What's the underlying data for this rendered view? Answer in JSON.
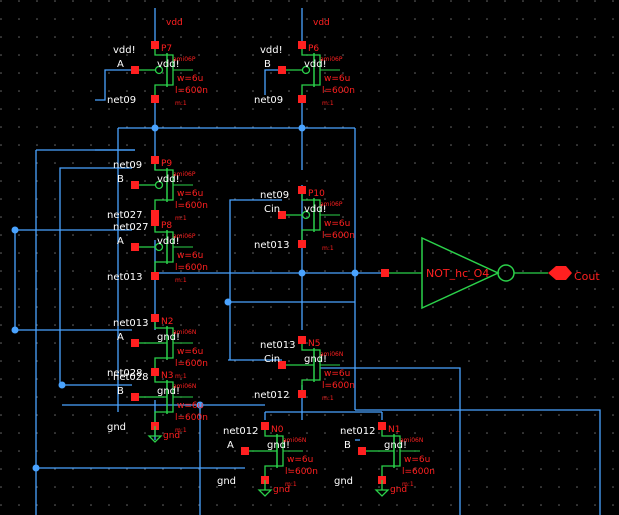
{
  "schematic": {
    "colors": {
      "background": "#000000",
      "wire": "#4aa3ff",
      "device": "#2bd14a",
      "pin": "#ff2020",
      "text": "#ffffff"
    },
    "supply": {
      "vdd": "vdd",
      "gnd": "gnd"
    },
    "transistors": [
      {
        "id": "P7",
        "type": "pmos",
        "gate": "A",
        "top": "vdd!",
        "bottom": "net09",
        "model": "ami06P",
        "w": "w=6u",
        "l": "l=600n",
        "m": "m:1",
        "bulk": "vdd!"
      },
      {
        "id": "P6",
        "type": "pmos",
        "gate": "B",
        "top": "vdd!",
        "bottom": "net09",
        "model": "ami06P",
        "w": "w=6u",
        "l": "l=600n",
        "m": "m:1",
        "bulk": "vdd!"
      },
      {
        "id": "P9",
        "type": "pmos",
        "gate": "B",
        "top": "net09",
        "bottom": "net027",
        "model": "ami06P",
        "w": "w=6u",
        "l": "l=600n",
        "m": "m:1",
        "bulk": "vdd!"
      },
      {
        "id": "P8",
        "type": "pmos",
        "gate": "A",
        "top": "net027",
        "bottom": "net013",
        "model": "ami06P",
        "w": "w=6u",
        "l": "l=600n",
        "m": "m:1",
        "bulk": "vdd!"
      },
      {
        "id": "P10",
        "type": "pmos",
        "gate": "Cin",
        "top": "net09",
        "bottom": "net013",
        "model": "ami06P",
        "w": "w=6u",
        "l": "l=600n",
        "m": "m:1",
        "bulk": "vdd!"
      },
      {
        "id": "N2",
        "type": "nmos",
        "gate": "A",
        "top": "net013",
        "bottom": "net028",
        "model": "ami06N",
        "w": "w=6u",
        "l": "l=600n",
        "m": "m:1",
        "bulk": "gnd!"
      },
      {
        "id": "N3",
        "type": "nmos",
        "gate": "B",
        "top": "net028",
        "bottom": "gnd",
        "model": "ami06N",
        "w": "w=6u",
        "l": "l=600n",
        "m": "m:1",
        "bulk": "gnd!"
      },
      {
        "id": "N5",
        "type": "nmos",
        "gate": "Cin",
        "top": "net013",
        "bottom": "net012",
        "model": "ami06N",
        "w": "w=6u",
        "l": "l=600n",
        "m": "m:1",
        "bulk": "gnd!"
      },
      {
        "id": "N0",
        "type": "nmos",
        "gate": "A",
        "top": "net012",
        "bottom": "gnd",
        "model": "ami06N",
        "w": "w=6u",
        "l": "l=600n",
        "m": "m:1",
        "bulk": "gnd!"
      },
      {
        "id": "N1",
        "type": "nmos",
        "gate": "B",
        "top": "net012",
        "bottom": "gnd",
        "model": "ami06N",
        "w": "w=6u",
        "l": "l=600n",
        "m": "m:1",
        "bulk": "gnd!"
      }
    ],
    "inverter": {
      "label": "NOT_hc_O4",
      "output": "Cout"
    }
  }
}
